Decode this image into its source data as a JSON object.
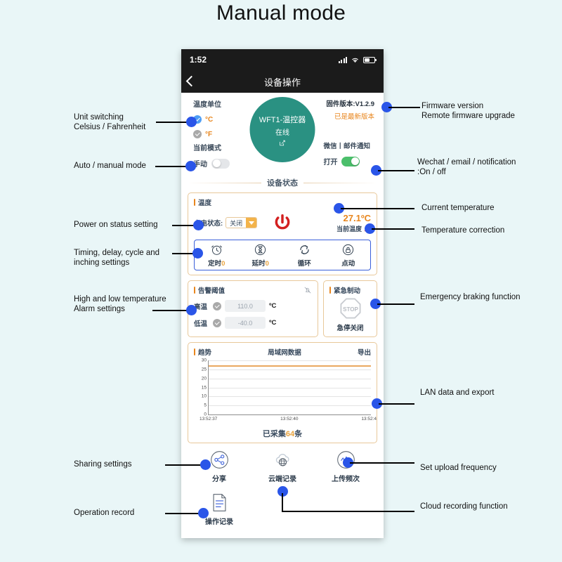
{
  "page": {
    "title": "Manual mode"
  },
  "phone": {
    "status_bar": {
      "time": "1:52",
      "signal_icon": "signal-bars-icon",
      "wifi_icon": "wifi-icon",
      "battery_icon": "battery-icon"
    },
    "nav": {
      "back_icon": "back-chevron-icon",
      "title": "设备操作"
    },
    "unit": {
      "label": "温度单位",
      "options": [
        {
          "value": "°C",
          "selected": true
        },
        {
          "value": "°F",
          "selected": false
        }
      ]
    },
    "device": {
      "name": "WFT1-温控器",
      "status": "在线",
      "edit_icon": "edit-square-icon"
    },
    "firmware": {
      "label": "固件版本:V1.2.9",
      "sub": "已是最新版本"
    },
    "mode": {
      "label": "当前模式",
      "value": "手动",
      "toggle_state": "off"
    },
    "notify": {
      "label": "微信丨邮件通知",
      "value": "打开",
      "toggle_state": "on"
    },
    "section_divider": {
      "label": "设备状态"
    },
    "temperature_card": {
      "title": "温度",
      "power_state_label": "上电状态:",
      "power_state_value": "关闭",
      "power_icon": "power-button-icon",
      "current_value": "27.1ºC",
      "current_label": "当前温度",
      "correct_icon": "pencil-edit-icon",
      "timing": [
        {
          "icon": "alarm-clock-icon",
          "label": "定时",
          "count": "0"
        },
        {
          "icon": "hourglass-icon",
          "label": "延时",
          "count": "0"
        },
        {
          "icon": "cycle-arrows-icon",
          "label": "循环",
          "count": ""
        },
        {
          "icon": "lock-icon",
          "label": "点动",
          "count": ""
        }
      ]
    },
    "alarm_card": {
      "title": "告警阈值",
      "mute_icon": "bell-off-icon",
      "rows": [
        {
          "label": "高温",
          "checked": true,
          "value": "110.0",
          "unit": "ºC"
        },
        {
          "label": "低温",
          "checked": true,
          "value": "-40.0",
          "unit": "ºC"
        }
      ]
    },
    "brake_card": {
      "title": "紧急制动",
      "icon": "stop-sign-icon",
      "caption": "急停关闭"
    },
    "chart_card": {
      "title": "趋势",
      "middle_label": "局域网数据",
      "export_label": "导出",
      "collected_prefix": "已采集",
      "collected_count": "64",
      "collected_suffix": "条"
    },
    "bottom_actions_row1": [
      {
        "icon": "share-nodes-icon",
        "label": "分享"
      },
      {
        "icon": "cloud-globe-icon",
        "label": "云端记录"
      },
      {
        "icon": "waveform-circle-icon",
        "label": "上传频次"
      }
    ],
    "bottom_actions_row2": [
      {
        "icon": "document-lines-icon",
        "label": "操作记录"
      }
    ]
  },
  "chart_data": {
    "type": "line",
    "title": "局域网数据",
    "xlabel": "",
    "ylabel": "",
    "ylim": [
      0,
      30
    ],
    "yticks": [
      30,
      25,
      20,
      15,
      10,
      5,
      0
    ],
    "xticks": [
      "13:52:37",
      "13:52:40",
      "13:52:4"
    ],
    "grid": true,
    "legend": "none",
    "series": [
      {
        "name": "温度",
        "color": "#e9a85f",
        "values": [
          27.1,
          27.1,
          27.1,
          27.1,
          27.1
        ]
      }
    ],
    "annotation": "已采集64条"
  },
  "annotations": {
    "left": [
      {
        "text": "Unit switching\nCelsius / Fahrenheit"
      },
      {
        "text": "Auto / manual mode"
      },
      {
        "text": "Power on status setting"
      },
      {
        "text": "Timing, delay, cycle and\ninching settings"
      },
      {
        "text": "High and low temperature\nAlarm settings"
      },
      {
        "text": "Sharing settings"
      },
      {
        "text": "Operation record"
      }
    ],
    "right": [
      {
        "text": "Firmware version\nRemote firmware upgrade"
      },
      {
        "text": "Wechat / email / notification\n:On / off"
      },
      {
        "text": "Current temperature"
      },
      {
        "text": "Temperature correction"
      },
      {
        "text": "Emergency braking function"
      },
      {
        "text": "LAN data and export"
      },
      {
        "text": "Set upload frequency"
      },
      {
        "text": "Cloud recording function"
      }
    ]
  },
  "colors": {
    "accent_orange": "#e8861e",
    "teal": "#2a9182",
    "blue_dot": "#2a55e8",
    "red_power": "#d32020",
    "green_toggle": "#4bbf6b",
    "background": "#e9f6f7"
  }
}
